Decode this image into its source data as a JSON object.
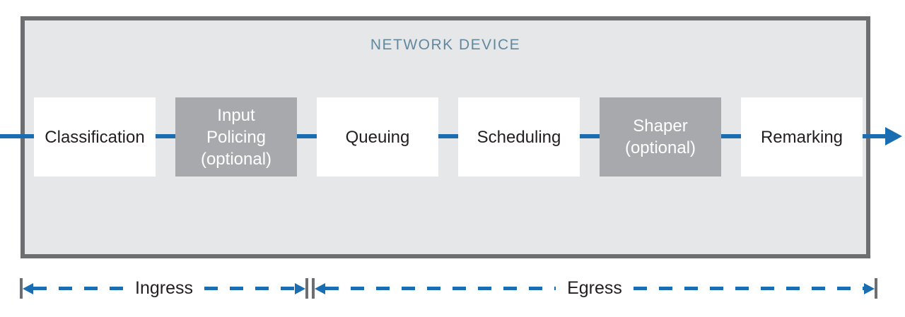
{
  "colors": {
    "accent_blue": "#1b6db1",
    "device_border_gray": "#6d6e71",
    "device_fill_gray": "#e6e7e8",
    "optional_step_fill_gray": "#a7a9ac",
    "step_fill_white": "#ffffff",
    "text_dark": "#231f20",
    "title_slate_blue": "#6288a0"
  },
  "device": {
    "title": "NETWORK DEVICE"
  },
  "pipeline": {
    "steps": [
      {
        "name": "classification",
        "optional": false,
        "lines": [
          "Classification"
        ]
      },
      {
        "name": "input-policing",
        "optional": true,
        "lines": [
          "Input",
          "Policing",
          "(optional)"
        ]
      },
      {
        "name": "queuing",
        "optional": false,
        "lines": [
          "Queuing"
        ]
      },
      {
        "name": "scheduling",
        "optional": false,
        "lines": [
          "Scheduling"
        ]
      },
      {
        "name": "shaper",
        "optional": true,
        "lines": [
          "Shaper",
          "(optional)"
        ]
      },
      {
        "name": "remarking",
        "optional": false,
        "lines": [
          "Remarking"
        ]
      }
    ]
  },
  "direction_spans": {
    "ingress_label": "Ingress",
    "egress_label": "Egress"
  }
}
